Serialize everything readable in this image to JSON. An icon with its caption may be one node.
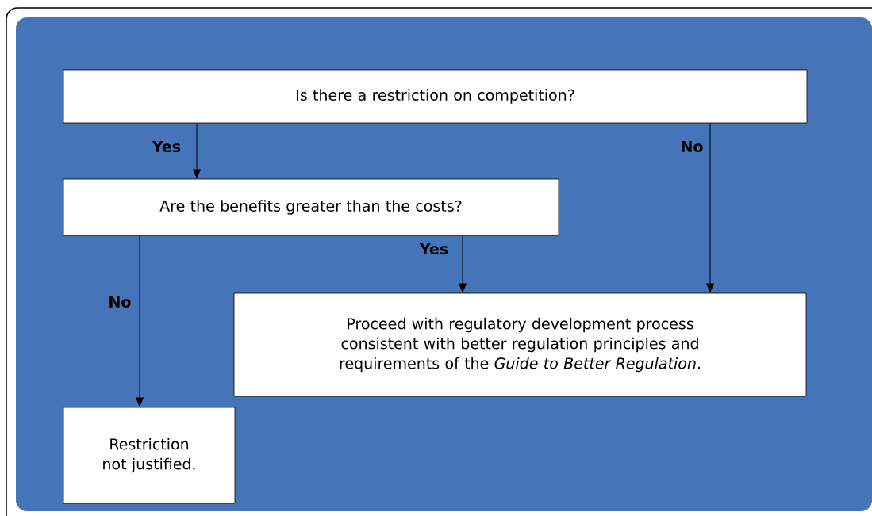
{
  "diagram": {
    "nodes": [
      {
        "text": [
          "Is there a restriction on competition?"
        ]
      },
      {
        "text": [
          "Are the benefits greater than the costs?"
        ]
      },
      {
        "text": [
          "Proceed with regulatory development process consistent with better regulation principles and requirements of the *Guide to Better Regulation*."
        ]
      },
      {
        "text": [
          "Restriction not justified."
        ]
      }
    ],
    "edges": [
      {
        "from": 0,
        "to": 1,
        "arrow": "to",
        "label": "Yes"
      },
      {
        "from": 0,
        "to": 2,
        "arrow": "to",
        "label": "No"
      },
      {
        "from": 1,
        "to": 2,
        "arrow": "to",
        "label": "Yes"
      },
      {
        "from": 1,
        "to": 3,
        "arrow": "to",
        "label": "No"
      }
    ]
  }
}
